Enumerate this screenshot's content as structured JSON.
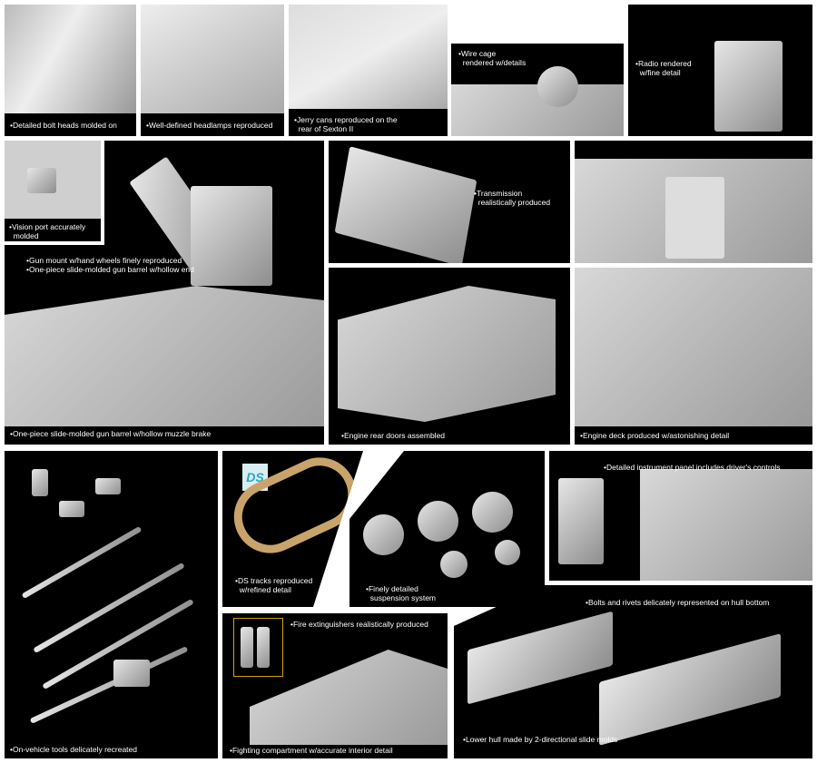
{
  "panels": {
    "bolt_heads": "Detailed bolt heads molded on",
    "headlamps": "Well-defined headlamps reproduced",
    "jerry_cans": [
      "Jerry cans reproduced on the",
      "rear of Sexton II"
    ],
    "wire_cage": [
      "Wire cage",
      "rendered w/details"
    ],
    "radio": [
      "Radio rendered",
      "w/fine detail"
    ],
    "vision_port": [
      "Vision port accurately",
      "molded"
    ],
    "gun_mount": "Gun mount w/hand wheels finely reproduced",
    "gun_barrel_end": "One-piece slide-molded gun barrel w/hollow end",
    "muzzle_brake": "One-piece slide-molded gun barrel w/hollow muzzle brake",
    "transmission": [
      "Transmission",
      "realistically produced"
    ],
    "engine_rear": "Engine rear doors assembled",
    "engine_deck": "Engine deck produced w/astonishing detail",
    "tools": "On-vehicle tools delicately recreated",
    "ds_logo": "DS",
    "ds_tracks": [
      "DS tracks reproduced",
      "w/refined detail"
    ],
    "suspension": [
      "Finely detailed",
      "suspension system"
    ],
    "instrument": "Detailed instrument panel includes driver's controls",
    "fire_ext": "Fire extinguishers realistically produced",
    "fighting": "Fighting compartment w/accurate interior detail",
    "bolts_rivets": "Bolts and rivets delicately represented on hull bottom",
    "lower_hull": "Lower hull made by 2-directional slide molds"
  }
}
